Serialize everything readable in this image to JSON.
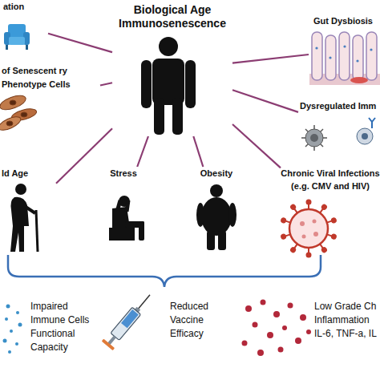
{
  "diagram": {
    "nodes": [
      {
        "text": [
          "Biological Age Immunosenescence"
        ]
      },
      {
        "text": [
          "ation"
        ]
      },
      {
        "text": [
          "Gut Dysbiosis"
        ]
      },
      {
        "text": [
          "of Senescent ry Phenotype Cells"
        ]
      },
      {
        "text": [
          "Dysregulated Imm"
        ]
      },
      {
        "text": [
          "ld Age"
        ]
      },
      {
        "text": [
          "Stress"
        ]
      },
      {
        "text": [
          "Obesity"
        ]
      },
      {
        "text": [
          "Chronic Viral Infections (e.g. CMV and HIV)"
        ]
      },
      {
        "text": [
          "Impaired Immune Cells Functional Capacity"
        ]
      },
      {
        "text": [
          "Reduced Vaccine Efficacy"
        ]
      },
      {
        "text": [
          "Low Grade Ch Inflammation IL-6, TNF-a, IL"
        ]
      }
    ],
    "edges": [
      {
        "from": 0,
        "to": 1,
        "arrow": "none"
      },
      {
        "from": 0,
        "to": 2,
        "arrow": "none"
      },
      {
        "from": 0,
        "to": 3,
        "arrow": "none"
      },
      {
        "from": 0,
        "to": 4,
        "arrow": "none"
      },
      {
        "from": 0,
        "to": 5,
        "arrow": "none"
      },
      {
        "from": 0,
        "to": 6,
        "arrow": "none"
      },
      {
        "from": 0,
        "to": 7,
        "arrow": "none"
      },
      {
        "from": 0,
        "to": 8,
        "arrow": "none"
      }
    ]
  }
}
